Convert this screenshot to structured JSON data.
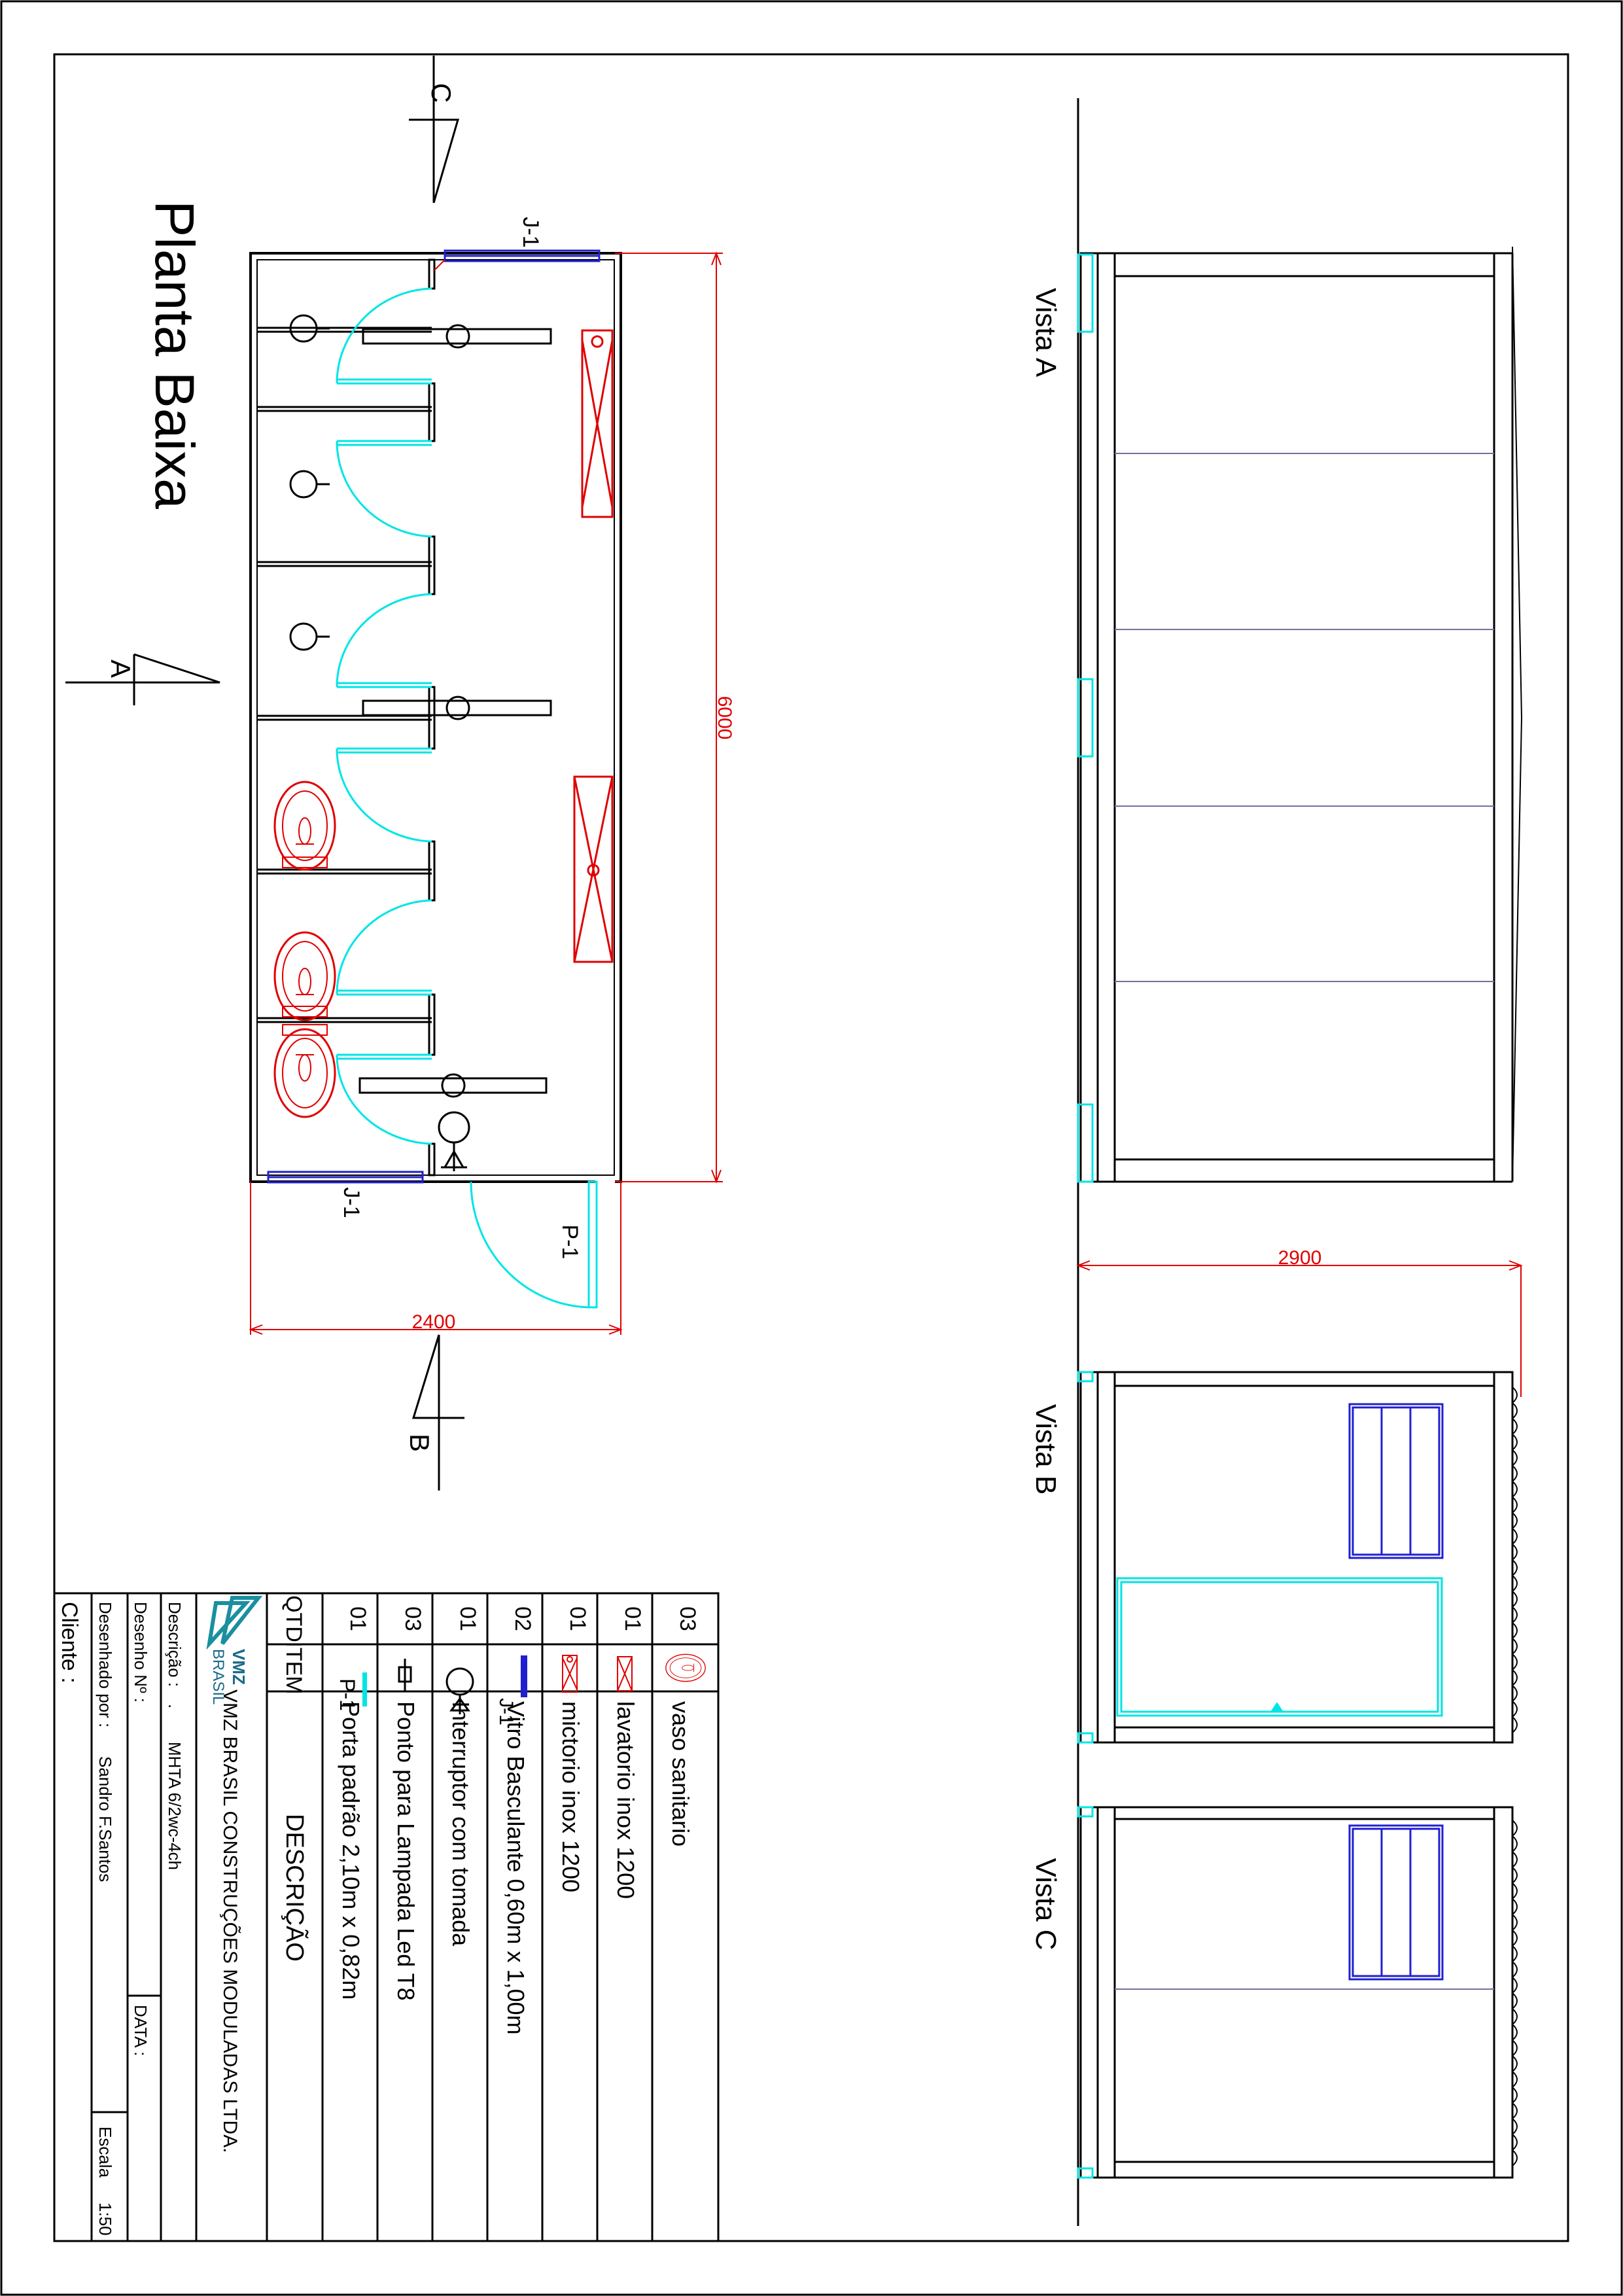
{
  "plan": {
    "title": "Planta Baixa",
    "dim_length": "6000",
    "dim_width": "2400",
    "label_j1_top": "J-1",
    "label_j1_bottom": "J-1",
    "label_p1": "P-1"
  },
  "sections": {
    "a": "A",
    "b": "B",
    "c": "C"
  },
  "views": {
    "a": "Vista A",
    "b": "Vista B",
    "c": "Vista C",
    "dim_height": "2900"
  },
  "legend": {
    "headers": {
      "qtd": "QTD",
      "item": "ITEM",
      "descricao": "DESCRIÇÃO"
    },
    "rows": [
      {
        "qtd": "03",
        "icon": "toilet-icon",
        "descricao": "vaso sanitario"
      },
      {
        "qtd": "01",
        "icon": "washbasin-icon",
        "descricao": "lavatorio inox 1200"
      },
      {
        "qtd": "01",
        "icon": "urinal-icon",
        "descricao": "mictorio  inox 1200"
      },
      {
        "qtd": "02",
        "icon": "window-icon",
        "item_label": "J-1",
        "descricao": "Vitro Basculante 0,60m x 1,00m"
      },
      {
        "qtd": "01",
        "icon": "switch-socket-icon",
        "descricao": "Interruptor com tomada"
      },
      {
        "qtd": "03",
        "icon": "lamp-point-icon",
        "descricao": "Ponto para Lampada Led T8"
      },
      {
        "qtd": "01",
        "icon": "door-icon",
        "item_label": "P-1",
        "descricao": "Porta padrão  2,10m x 0,82m"
      }
    ]
  },
  "title_block": {
    "logo_text": "VMZ",
    "logo_sub": "BRASIL",
    "company": "VMZ BRASIL CONSTRUÇÕES MODULADAS LTDA.",
    "descricao_label": "Descrição :",
    "descricao_dot": ".",
    "descricao_value": "MHTA 6/2wc-4ch",
    "desenho_label": "Desenho  Nº :",
    "data_label": "DATA :",
    "desenhado_label": "Desenhado por :",
    "desenhado_value": "Sandro F.Santos",
    "escala_label": "Escala",
    "escala_value": "1:50",
    "cliente_label": "Cliente :"
  },
  "colors": {
    "line": "#000000",
    "dimension": "#e00000",
    "door": "#00e5e5",
    "window": "#2020d0",
    "fixture": "#e00000",
    "panel_line": "#7070a0"
  }
}
